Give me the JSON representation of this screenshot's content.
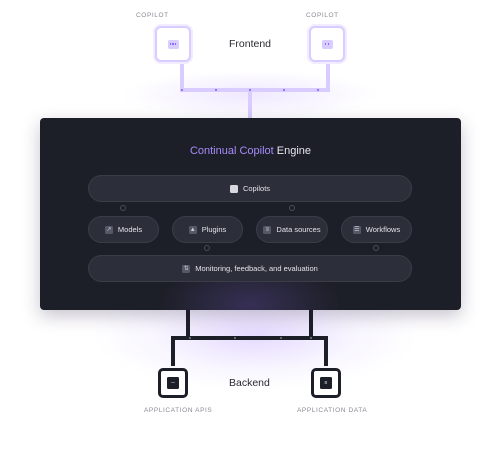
{
  "frontend": {
    "heading": "Frontend",
    "left_copilot_label": "COPILOT",
    "right_copilot_label": "COPILOT",
    "left_icon": "chat-bubble-icon",
    "right_icon": "sparkle-chat-icon"
  },
  "engine": {
    "title_accent_1": "Continual",
    "title_mid": " ",
    "title_accent_2": "Copilot",
    "title_rest": " Engine",
    "copilots_label": "Copilots",
    "modules": [
      {
        "label": "Models",
        "icon": "chart-icon"
      },
      {
        "label": "Plugins",
        "icon": "plug-icon"
      },
      {
        "label": "Data sources",
        "icon": "database-icon"
      },
      {
        "label": "Workflows",
        "icon": "workflow-icon"
      }
    ],
    "monitoring_label": "Monitoring, feedback, and evaluation"
  },
  "backend": {
    "heading": "Backend",
    "left_label": "APPLICATION APIs",
    "right_label": "APPLICATION DATA",
    "left_icon": "key-icon",
    "right_icon": "document-icon"
  },
  "colors": {
    "engine_bg": "#1d1f28",
    "accent": "#a78bfa",
    "frontend_wire": "#d9ccff",
    "backend_wire": "#1d1f28"
  }
}
